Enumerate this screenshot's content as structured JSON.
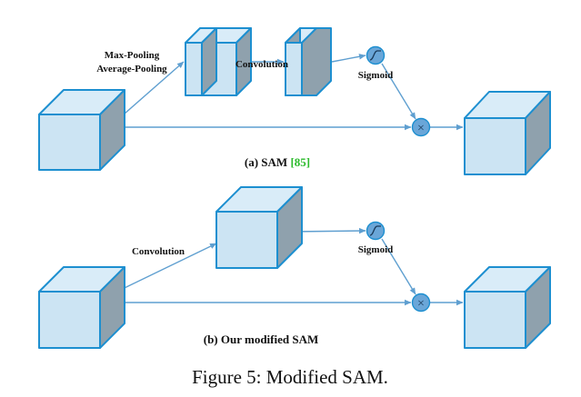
{
  "colors": {
    "cube_front": "#cce4f3",
    "cube_top": "#d9ecf8",
    "cube_side": "#8fa1ad",
    "cube_edge": "#1d8fd0",
    "arrow": "#5f9fd0",
    "citation": "#2dbb2d",
    "op_fill": "#6aa6d8"
  },
  "panel_a": {
    "pool_label_1": "Max-Pooling",
    "pool_label_2": "Average-Pooling",
    "conv_label": "Convolution",
    "sigmoid_label": "Sigmoid",
    "multiply_symbol": "×",
    "sigmoid_icon": "sigmoid-curve-icon",
    "caption_prefix": "(a) SAM ",
    "caption_citation": "[85]"
  },
  "panel_b": {
    "conv_label": "Convolution",
    "sigmoid_label": "Sigmoid",
    "multiply_symbol": "×",
    "sigmoid_icon": "sigmoid-curve-icon",
    "caption": "(b) Our modified SAM"
  },
  "figure_caption": "Figure 5: Modified SAM."
}
